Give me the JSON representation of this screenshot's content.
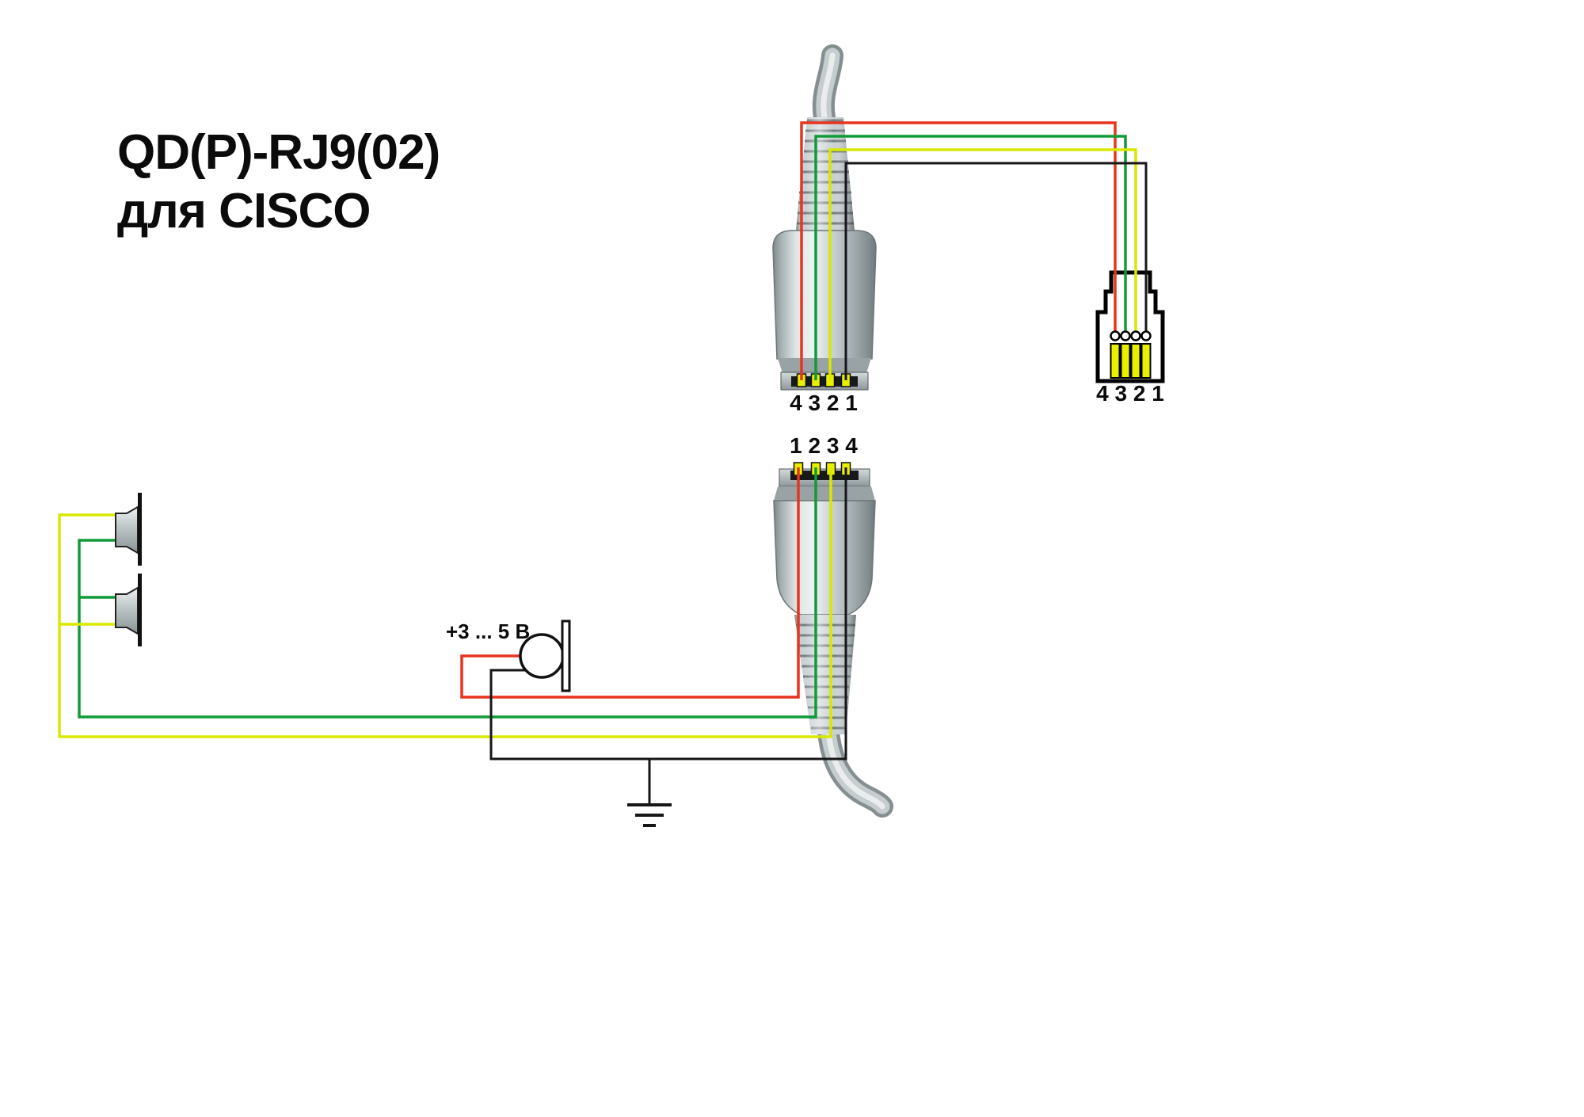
{
  "title": {
    "line1": "QD(P)-RJ9(02)",
    "line2": "для CISCO"
  },
  "pin_labels": {
    "qd_top": "4 3 2 1",
    "qd_bottom": "1 2 3 4",
    "rj9": "4 3 2 1"
  },
  "mic": {
    "voltage_label": "+3 ... 5 В"
  },
  "colors": {
    "wire_red": "#e8341f",
    "wire_green": "#0f9b38",
    "wire_yellow": "#d9e800",
    "wire_black": "#161616",
    "pin_yellow": "#e8f000",
    "connector_gray": "#b9c1c3"
  },
  "wiring": [
    {
      "color": "red",
      "hex": "#e8341f",
      "rj9_pin": "4",
      "qd_top_pin": "4",
      "qd_bottom_pin": "1",
      "connects_to": "microphone bias +3 ... 5 В"
    },
    {
      "color": "green",
      "hex": "#0f9b38",
      "rj9_pin": "3",
      "qd_top_pin": "3",
      "qd_bottom_pin": "2",
      "connects_to": "speakers"
    },
    {
      "color": "yellow",
      "hex": "#d9e800",
      "rj9_pin": "2",
      "qd_top_pin": "2",
      "qd_bottom_pin": "3",
      "connects_to": "speakers"
    },
    {
      "color": "black",
      "hex": "#161616",
      "rj9_pin": "1",
      "qd_top_pin": "1",
      "qd_bottom_pin": "4",
      "connects_to": "microphone / ground"
    }
  ]
}
